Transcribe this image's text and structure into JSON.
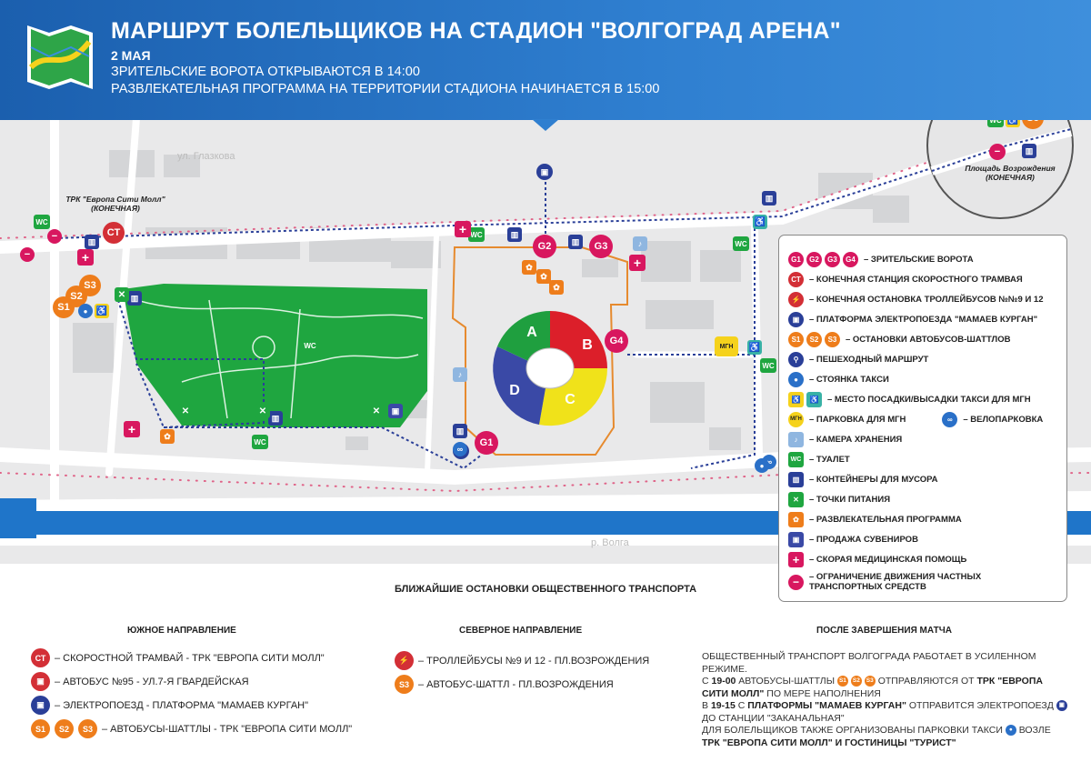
{
  "header": {
    "title": "МАРШРУТ БОЛЕЛЬЩИКОВ НА СТАДИОН \"ВОЛГОГРАД АРЕНА\"",
    "date": "2 МАЯ",
    "line1": "ЗРИТЕЛЬСКИЕ ВОРОТА ОТКРЫВАЮТСЯ В 14:00",
    "line2": "РАЗВЛЕКАТЕЛЬНАЯ ПРОГРАММА НА ТЕРРИТОРИИ СТАДИОНА НАЧИНАЕТСЯ В 15:00"
  },
  "colors": {
    "header_blue": "#2370c0",
    "park_green": "#1fa640",
    "gate_magenta": "#d8175f",
    "shuttle_orange": "#ee7d1b",
    "route_blue": "#2a3f98",
    "red_stop": "#d32f36",
    "water_blue": "#1f75c9",
    "sector_a": "#1f9f3f",
    "sector_b": "#dc1f2a",
    "sector_c": "#f0e21a",
    "sector_d": "#3a49a6"
  },
  "map": {
    "stadium_sectors": [
      "A",
      "B",
      "C",
      "D"
    ],
    "gates": [
      "G1",
      "G2",
      "G3",
      "G4"
    ],
    "shuttles": [
      "S1",
      "S2",
      "S3"
    ],
    "labels": {
      "mall": "ТРК \"Европа Сити Молл\"",
      "mall_sub": "(КОНЕЧНАЯ)",
      "square": "Площадь Возрождения",
      "square_sub": "(КОНЕЧНАЯ)"
    },
    "icons": {
      "wc": "WC",
      "tram": "СТ",
      "mgn": "МГН"
    }
  },
  "legend": {
    "items": [
      {
        "icon": "gate-icons",
        "text": "– ЗРИТЕЛЬСКИЕ ВОРОТА"
      },
      {
        "icon": "tram-terminal-icon",
        "text": "– КОНЕЧНАЯ СТАНЦИЯ СКОРОСТНОГО ТРАМВАЯ"
      },
      {
        "icon": "trolleybus-icon",
        "text": "– КОНЕЧНАЯ ОСТАНОВКА ТРОЛЛЕЙБУСОВ №№9 И 12"
      },
      {
        "icon": "train-icon",
        "text": "– ПЛАТФОРМА ЭЛЕКТРОПОЕЗДА \"МАМАЕВ КУРГАН\""
      },
      {
        "icon": "shuttle-icons",
        "text": "– ОСТАНОВКИ АВТОБУСОВ-ШАТТЛОВ"
      },
      {
        "icon": "walking-route-icon",
        "text": "– ПЕШЕХОДНЫЙ МАРШРУТ"
      },
      {
        "icon": "taxi-icon",
        "text": "– СТОЯНКА ТАКСИ"
      },
      {
        "icon": "accessible-icon",
        "text": "– МЕСТО ПОСАДКИ/ВЫСАДКИ ТАКСИ ДЛЯ МГН"
      },
      {
        "icon": "mgn-parking-icon",
        "text": "– ПАРКОВКА ДЛЯ МГН"
      },
      {
        "icon": "luggage-icon",
        "text": "– КАМЕРА ХРАНЕНИЯ"
      },
      {
        "icon": "wc-icon",
        "text": "– ТУАЛЕТ"
      },
      {
        "icon": "trash-icon",
        "text": "– КОНТЕЙНЕРЫ ДЛЯ МУСОРА"
      },
      {
        "icon": "food-icon",
        "text": "– ТОЧКИ ПИТАНИЯ"
      },
      {
        "icon": "entertainment-icon",
        "text": "– РАЗВЛЕКАТЕЛЬНАЯ ПРОГРАММА"
      },
      {
        "icon": "souvenir-icon",
        "text": "– ПРОДАЖА СУВЕНИРОВ"
      },
      {
        "icon": "medical-icon",
        "text": "– СКОРАЯ МЕДИЦИНСКАЯ ПОМОЩЬ"
      },
      {
        "icon": "no-entry-icon",
        "text": "– ОГРАНИЧЕНИЕ ДВИЖЕНИЯ ЧАСТНЫХ ТРАНСПОРТНЫХ СРЕДСТВ"
      }
    ],
    "bike_text": "– ВЕЛОПАРКОВКА",
    "wc_label": "WC",
    "mgn_label": "МГН",
    "tram_label": "СТ"
  },
  "transport": {
    "title": "БЛИЖАЙШИЕ ОСТАНОВКИ ОБЩЕСТВЕННОГО ТРАНСПОРТА",
    "south": {
      "title": "ЮЖНОЕ НАПРАВЛЕНИЕ",
      "items": [
        "– СКОРОСТНОЙ ТРАМВАЙ - ТРК \"ЕВРОПА СИТИ МОЛЛ\"",
        "– АВТОБУС №95 - УЛ.7-Я ГВАРДЕЙСКАЯ",
        "– ЭЛЕКТРОПОЕЗД - ПЛАТФОРМА \"МАМАЕВ КУРГАН\"",
        "– АВТОБУСЫ-ШАТТЛЫ - ТРК \"ЕВРОПА СИТИ МОЛЛ\""
      ]
    },
    "north": {
      "title": "СЕВЕРНОЕ НАПРАВЛЕНИЕ",
      "items": [
        "– ТРОЛЛЕЙБУСЫ №9 И 12 - ПЛ.ВОЗРОЖДЕНИЯ",
        "– АВТОБУС-ШАТТЛ - ПЛ.ВОЗРОЖДЕНИЯ"
      ]
    },
    "after": {
      "title": "ПОСЛЕ ЗАВЕРШЕНИЯ МАТЧА",
      "p1": "ОБЩЕСТВЕННЫЙ ТРАНСПОРТ ВОЛГОГРАДА РАБОТАЕТ В УСИЛЕННОМ РЕЖИМЕ.",
      "p2a": "С",
      "p2b": "19-00",
      "p2c": "АВТОБУСЫ-ШАТТЛЫ",
      "p2d": "ОТПРАВЛЯЮТСЯ ОТ",
      "p2e": "ТРК \"ЕВРОПА СИТИ МОЛЛ\"",
      "p2f": "ПО МЕРЕ НАПОЛНЕНИЯ",
      "p3a": "В",
      "p3b": "19-15",
      "p3c": "С",
      "p3d": "ПЛАТФОРМЫ \"МАМАЕВ КУРГАН\"",
      "p3e": "ОТПРАВИТСЯ ЭЛЕКТРОПОЕЗД",
      "p3f": "ДО СТАНЦИИ \"ЗАКАНАЛЬНАЯ\"",
      "p4a": "ДЛЯ БОЛЕЛЬЩИКОВ ТАКЖЕ ОРГАНИЗОВАНЫ ПАРКОВКИ ТАКСИ",
      "p4b": "ВОЗЛЕ",
      "p4c": "ТРК",
      "p4d": "\"ЕВРОПА СИТИ МОЛЛ\" И ГОСТИНИЦЫ \"ТУРИСТ\""
    }
  }
}
